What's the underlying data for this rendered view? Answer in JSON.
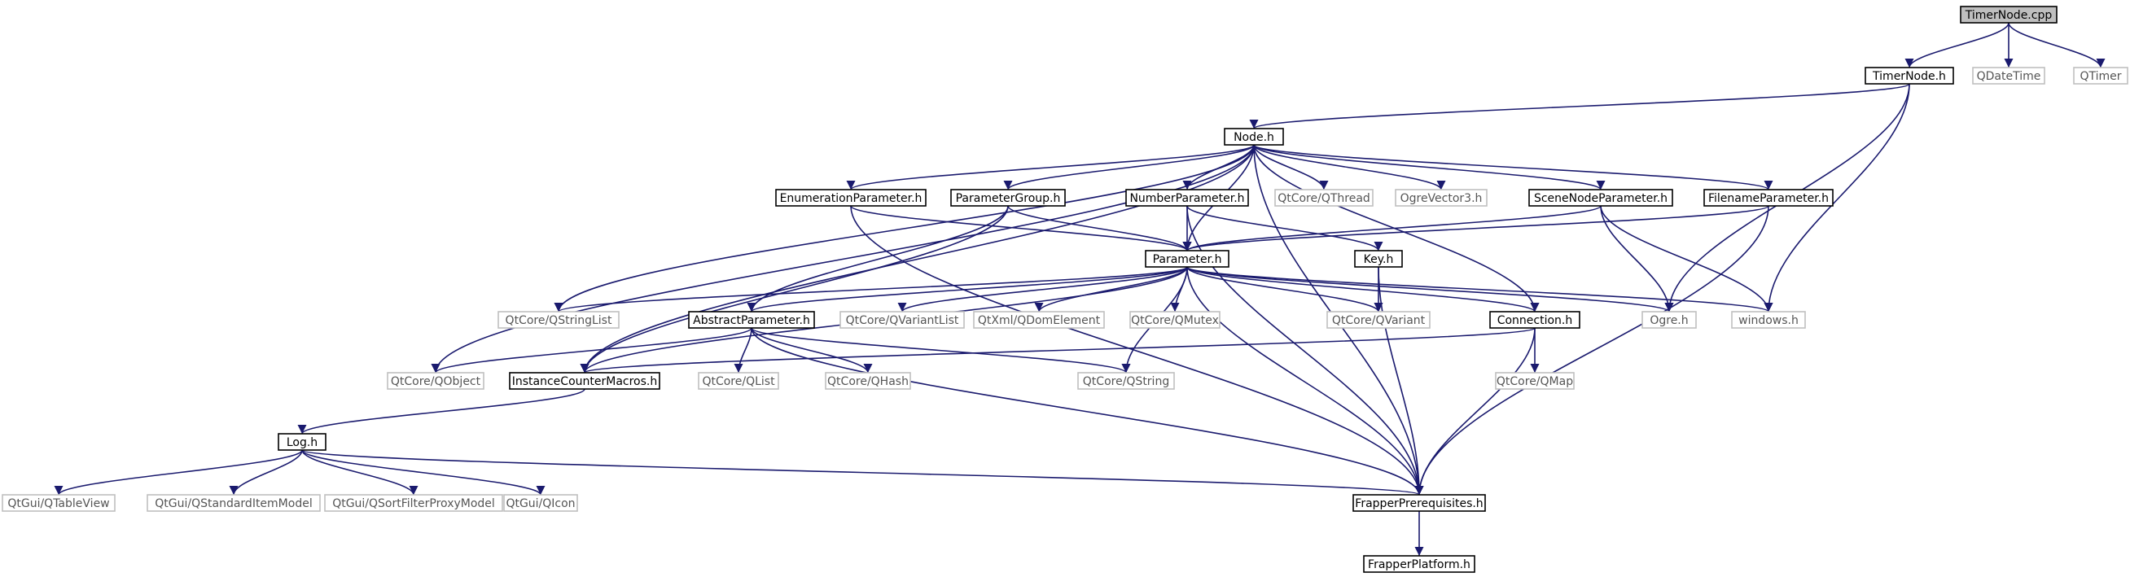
{
  "graph": {
    "colors": {
      "edge": "#1a1a6e",
      "documented_border": "#000000",
      "external_border": "#bfbfbf",
      "root_fill": "#bfbfbf"
    },
    "nodes": {
      "timernode_cpp": {
        "label": "TimerNode.cpp",
        "kind": "root"
      },
      "timernode_h": {
        "label": "TimerNode.h",
        "kind": "doc"
      },
      "qdatetime": {
        "label": "QDateTime",
        "kind": "ext"
      },
      "qtimer": {
        "label": "QTimer",
        "kind": "ext"
      },
      "node_h": {
        "label": "Node.h",
        "kind": "doc"
      },
      "enumerationparameter_h": {
        "label": "EnumerationParameter.h",
        "kind": "doc"
      },
      "parametergroup_h": {
        "label": "ParameterGroup.h",
        "kind": "doc"
      },
      "numberparameter_h": {
        "label": "NumberParameter.h",
        "kind": "doc"
      },
      "qtcore_qthread": {
        "label": "QtCore/QThread",
        "kind": "ext"
      },
      "ogrevector3_h": {
        "label": "OgreVector3.h",
        "kind": "ext"
      },
      "scenenodeparameter_h": {
        "label": "SceneNodeParameter.h",
        "kind": "doc"
      },
      "filenameparameter_h": {
        "label": "FilenameParameter.h",
        "kind": "doc"
      },
      "parameter_h": {
        "label": "Parameter.h",
        "kind": "doc"
      },
      "key_h": {
        "label": "Key.h",
        "kind": "doc"
      },
      "qtcore_qstringlist": {
        "label": "QtCore/QStringList",
        "kind": "ext"
      },
      "abstractparameter_h": {
        "label": "AbstractParameter.h",
        "kind": "doc"
      },
      "qtcore_qvariantlist": {
        "label": "QtCore/QVariantList",
        "kind": "ext"
      },
      "qtxml_qdomelement": {
        "label": "QtXml/QDomElement",
        "kind": "ext"
      },
      "qtcore_qmutex": {
        "label": "QtCore/QMutex",
        "kind": "ext"
      },
      "qtcore_qvariant": {
        "label": "QtCore/QVariant",
        "kind": "ext"
      },
      "connection_h": {
        "label": "Connection.h",
        "kind": "doc"
      },
      "ogre_h": {
        "label": "Ogre.h",
        "kind": "ext"
      },
      "windows_h": {
        "label": "windows.h",
        "kind": "ext"
      },
      "qtcore_qobject": {
        "label": "QtCore/QObject",
        "kind": "ext"
      },
      "instancecountermacros_h": {
        "label": "InstanceCounterMacros.h",
        "kind": "doc"
      },
      "qtcore_qlist": {
        "label": "QtCore/QList",
        "kind": "ext"
      },
      "qtcore_qhash": {
        "label": "QtCore/QHash",
        "kind": "ext"
      },
      "qtcore_qstring": {
        "label": "QtCore/QString",
        "kind": "ext"
      },
      "qtcore_qmap": {
        "label": "QtCore/QMap",
        "kind": "ext"
      },
      "log_h": {
        "label": "Log.h",
        "kind": "doc"
      },
      "qtgui_qtableview": {
        "label": "QtGui/QTableView",
        "kind": "ext"
      },
      "qtgui_qstandarditemmodel": {
        "label": "QtGui/QStandardItemModel",
        "kind": "ext"
      },
      "qtgui_qsortfilterproxymodel": {
        "label": "QtGui/QSortFilterProxyModel",
        "kind": "ext"
      },
      "qtgui_qicon": {
        "label": "QtGui/QIcon",
        "kind": "ext"
      },
      "frapperprerequisites_h": {
        "label": "FrapperPrerequisites.h",
        "kind": "doc"
      },
      "frapperplatform_h": {
        "label": "FrapperPlatform.h",
        "kind": "doc"
      }
    },
    "edges": [
      [
        "timernode_cpp",
        "timernode_h"
      ],
      [
        "timernode_cpp",
        "qdatetime"
      ],
      [
        "timernode_cpp",
        "qtimer"
      ],
      [
        "timernode_h",
        "node_h"
      ],
      [
        "timernode_h",
        "ogre_h"
      ],
      [
        "timernode_h",
        "windows_h"
      ],
      [
        "node_h",
        "enumerationparameter_h"
      ],
      [
        "node_h",
        "parametergroup_h"
      ],
      [
        "node_h",
        "numberparameter_h"
      ],
      [
        "node_h",
        "qtcore_qthread"
      ],
      [
        "node_h",
        "ogrevector3_h"
      ],
      [
        "node_h",
        "scenenodeparameter_h"
      ],
      [
        "node_h",
        "filenameparameter_h"
      ],
      [
        "node_h",
        "parameter_h"
      ],
      [
        "node_h",
        "qtcore_qstringlist"
      ],
      [
        "node_h",
        "qtcore_qobject"
      ],
      [
        "node_h",
        "instancecountermacros_h"
      ],
      [
        "node_h",
        "connection_h"
      ],
      [
        "node_h",
        "frapperprerequisites_h"
      ],
      [
        "enumerationparameter_h",
        "parameter_h"
      ],
      [
        "enumerationparameter_h",
        "frapperprerequisites_h"
      ],
      [
        "parametergroup_h",
        "parameter_h"
      ],
      [
        "parametergroup_h",
        "abstractparameter_h"
      ],
      [
        "parametergroup_h",
        "instancecountermacros_h"
      ],
      [
        "numberparameter_h",
        "parameter_h"
      ],
      [
        "numberparameter_h",
        "key_h"
      ],
      [
        "numberparameter_h",
        "frapperprerequisites_h"
      ],
      [
        "scenenodeparameter_h",
        "parameter_h"
      ],
      [
        "scenenodeparameter_h",
        "ogre_h"
      ],
      [
        "scenenodeparameter_h",
        "windows_h"
      ],
      [
        "filenameparameter_h",
        "parameter_h"
      ],
      [
        "filenameparameter_h",
        "frapperprerequisites_h"
      ],
      [
        "parameter_h",
        "qtcore_qstringlist"
      ],
      [
        "parameter_h",
        "abstractparameter_h"
      ],
      [
        "parameter_h",
        "qtcore_qvariantlist"
      ],
      [
        "parameter_h",
        "qtxml_qdomelement"
      ],
      [
        "parameter_h",
        "qtcore_qmutex"
      ],
      [
        "parameter_h",
        "qtcore_qvariant"
      ],
      [
        "parameter_h",
        "connection_h"
      ],
      [
        "parameter_h",
        "ogre_h"
      ],
      [
        "parameter_h",
        "windows_h"
      ],
      [
        "parameter_h",
        "instancecountermacros_h"
      ],
      [
        "parameter_h",
        "qtcore_qstring"
      ],
      [
        "parameter_h",
        "frapperprerequisites_h"
      ],
      [
        "key_h",
        "qtcore_qvariant"
      ],
      [
        "key_h",
        "frapperprerequisites_h"
      ],
      [
        "abstractparameter_h",
        "qtcore_qobject"
      ],
      [
        "abstractparameter_h",
        "qtcore_qlist"
      ],
      [
        "abstractparameter_h",
        "qtcore_qhash"
      ],
      [
        "abstractparameter_h",
        "qtcore_qstring"
      ],
      [
        "abstractparameter_h",
        "frapperprerequisites_h"
      ],
      [
        "connection_h",
        "instancecountermacros_h"
      ],
      [
        "connection_h",
        "qtcore_qmap"
      ],
      [
        "connection_h",
        "frapperprerequisites_h"
      ],
      [
        "instancecountermacros_h",
        "log_h"
      ],
      [
        "log_h",
        "qtgui_qtableview"
      ],
      [
        "log_h",
        "qtgui_qstandarditemmodel"
      ],
      [
        "log_h",
        "qtgui_qsortfilterproxymodel"
      ],
      [
        "log_h",
        "qtgui_qicon"
      ],
      [
        "log_h",
        "frapperprerequisites_h"
      ],
      [
        "frapperprerequisites_h",
        "frapperplatform_h"
      ]
    ]
  }
}
